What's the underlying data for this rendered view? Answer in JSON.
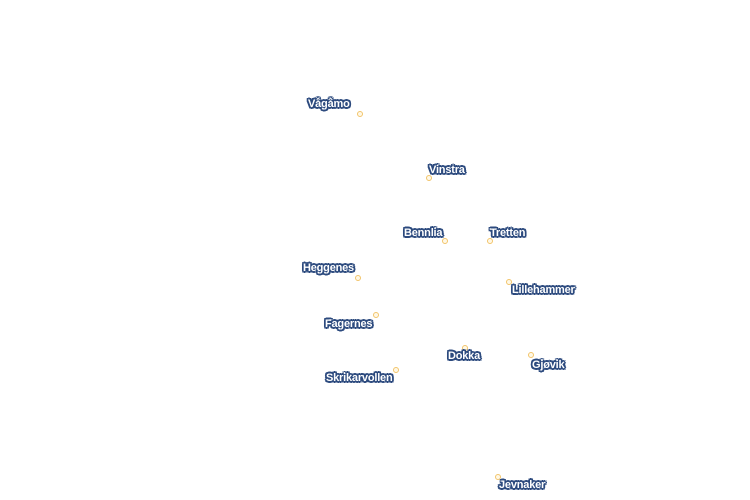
{
  "map": {
    "places": [
      {
        "name": "Vågåmo",
        "dot": [
          360,
          114
        ],
        "label": [
          308,
          98
        ]
      },
      {
        "name": "Vinstra",
        "dot": [
          429,
          178
        ],
        "label": [
          429,
          164
        ]
      },
      {
        "name": "Bennlia",
        "dot": [
          445,
          241
        ],
        "label": [
          404,
          227
        ]
      },
      {
        "name": "Tretten",
        "dot": [
          490,
          241
        ],
        "label": [
          490,
          227
        ]
      },
      {
        "name": "Heggenes",
        "dot": [
          358,
          278
        ],
        "label": [
          303,
          262
        ]
      },
      {
        "name": "Lillehammer",
        "dot": [
          509,
          282
        ],
        "label": [
          512,
          284
        ]
      },
      {
        "name": "Fagernes",
        "dot": [
          376,
          315
        ],
        "label": [
          325,
          318
        ]
      },
      {
        "name": "Dokka",
        "dot": [
          465,
          348
        ],
        "label": [
          448,
          350
        ]
      },
      {
        "name": "Gjøvik",
        "dot": [
          531,
          355
        ],
        "label": [
          532,
          359
        ]
      },
      {
        "name": "Skrikarvollen",
        "dot": [
          396,
          370
        ],
        "label": [
          326,
          372
        ]
      },
      {
        "name": "Jevnaker",
        "dot": [
          498,
          477
        ],
        "label": [
          499,
          479
        ]
      }
    ]
  }
}
